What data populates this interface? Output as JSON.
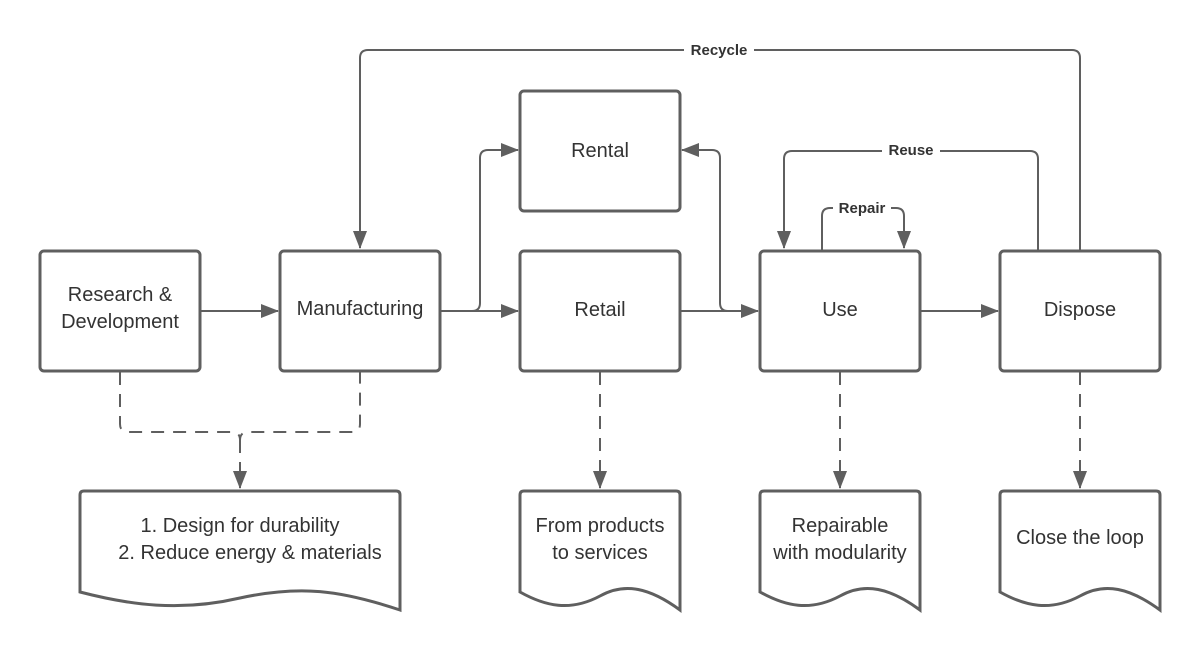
{
  "nodes": {
    "research": {
      "line1": "Research &",
      "line2": "Development"
    },
    "manufacturing": {
      "label": "Manufacturing"
    },
    "rental": {
      "label": "Rental"
    },
    "retail": {
      "label": "Retail"
    },
    "use": {
      "label": "Use"
    },
    "dispose": {
      "label": "Dispose"
    }
  },
  "notes": {
    "design": {
      "line1": "1. Design for durability",
      "line2": "2. Reduce energy & materials"
    },
    "services": {
      "line1": "From products",
      "line2": "to services"
    },
    "repairable": {
      "line1": "Repairable",
      "line2": "with modularity"
    },
    "loop": {
      "label": "Close the loop"
    }
  },
  "edges": {
    "recycle": "Recycle",
    "reuse": "Reuse",
    "repair": "Repair"
  },
  "colors": {
    "stroke": "#5f5f5f",
    "text": "#333333",
    "background": "#ffffff"
  }
}
